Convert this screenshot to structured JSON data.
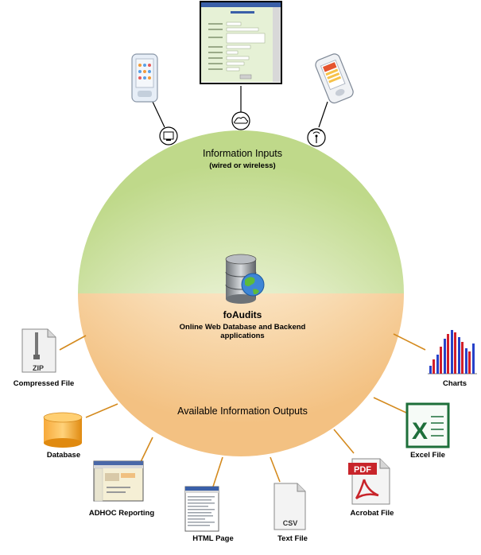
{
  "circle": {
    "inputs_title": "Information Inputs",
    "inputs_subtitle": "(wired or wireless)",
    "center_title": "foAudits",
    "center_description": "Online Web Database and Backend applications",
    "outputs_title": "Available Information Outputs"
  },
  "colors": {
    "top_half": "#bfd98a",
    "bottom_half": "#f5c88c",
    "connector": "#d48a1e",
    "node_outline": "#000000"
  },
  "outputs": [
    {
      "label": "Compressed File",
      "icon": "zip-file-icon",
      "icon_text": "ZIP"
    },
    {
      "label": "Database",
      "icon": "database-cylinder-icon"
    },
    {
      "label": "ADHOC Reporting",
      "icon": "report-window-icon"
    },
    {
      "label": "HTML Page",
      "icon": "html-page-icon"
    },
    {
      "label": "Text File",
      "icon": "csv-file-icon",
      "icon_text": "CSV"
    },
    {
      "label": "Acrobat File",
      "icon": "pdf-file-icon",
      "icon_text": "PDF"
    },
    {
      "label": "Excel File",
      "icon": "excel-icon"
    },
    {
      "label": "Charts",
      "icon": "bar-chart-icon"
    }
  ],
  "inputs": [
    {
      "device": "pda-device-icon",
      "connector": "ethernet-connector-icon"
    },
    {
      "device": "web-form-screenshot-icon",
      "connector": "internet-connector-icon"
    },
    {
      "device": "handheld-device-icon",
      "connector": "wireless-connector-icon"
    }
  ]
}
